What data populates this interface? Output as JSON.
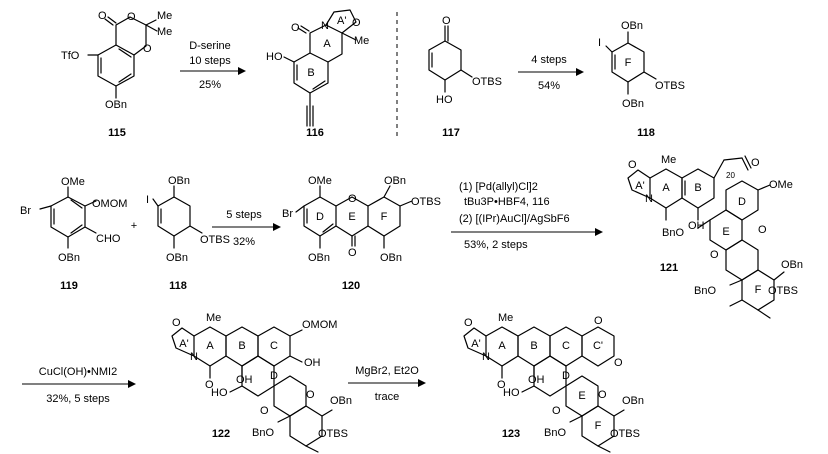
{
  "scheme": {
    "rows": [
      {
        "row": 1,
        "steps": [
          {
            "from": "115",
            "to": "116",
            "conditions": [
              "D-serine",
              "10 steps",
              "25%"
            ]
          },
          {
            "from": "117",
            "to": "118",
            "conditions": [
              "4 steps",
              "54%"
            ]
          }
        ]
      },
      {
        "row": 2,
        "plus": "+",
        "steps": [
          {
            "from": "119 + 118",
            "to": "120",
            "conditions": [
              "5 steps",
              "32%"
            ]
          },
          {
            "from": "120",
            "to": "121",
            "conditions": [
              "(1) [Pd(allyl)Cl]2",
              "tBu3P•HBF4, 116",
              "(2) [(IPr)AuCl]/AgSbF6",
              "53%, 2 steps"
            ]
          }
        ]
      },
      {
        "row": 3,
        "steps": [
          {
            "from": "121",
            "to": "122",
            "conditions": [
              "CuCl(OH)•NMI2",
              "32%, 5 steps"
            ]
          },
          {
            "from": "122",
            "to": "123",
            "conditions": [
              "MgBr2, Et2O",
              "trace"
            ]
          }
        ]
      }
    ],
    "compounds": [
      {
        "id": "115",
        "labels": [
          "Me",
          "Me",
          "O",
          "O",
          "O",
          "TfO",
          "OBn"
        ]
      },
      {
        "id": "116",
        "labels": [
          "O",
          "N",
          "A'",
          "O",
          "Me",
          "HO",
          "A",
          "B"
        ]
      },
      {
        "id": "117",
        "labels": [
          "O",
          "HO",
          "OTBS"
        ]
      },
      {
        "id": "118",
        "labels": [
          "I",
          "F",
          "OBn",
          "OTBS",
          "OBn"
        ]
      },
      {
        "id": "119",
        "labels": [
          "OMe",
          "OMOM",
          "Br",
          "CHO",
          "OBn"
        ]
      },
      {
        "id": "120",
        "labels": [
          "OMe",
          "OBn",
          "Br",
          "OTBS",
          "D",
          "E",
          "F",
          "O",
          "O",
          "OBn",
          "OBn"
        ]
      },
      {
        "id": "121",
        "labels": [
          "Me",
          "O",
          "20",
          "A'",
          "A",
          "B",
          "N",
          "OMe",
          "O",
          "OH",
          "D",
          "BnO",
          "O",
          "E",
          "OBn",
          "O",
          "F",
          "BnO",
          "OTBS"
        ]
      },
      {
        "id": "122",
        "labels": [
          "Me",
          "O",
          "A'",
          "A",
          "B",
          "C",
          "OMOM",
          "N",
          "OH",
          "O",
          "OH",
          "D",
          "HO",
          "O",
          "O",
          "OBn",
          "BnO",
          "OTBS"
        ]
      },
      {
        "id": "123",
        "labels": [
          "Me",
          "O",
          "A'",
          "A",
          "B",
          "C",
          "C'",
          "O",
          "O",
          "N",
          "O",
          "OH",
          "D",
          "HO",
          "O",
          "E",
          "O",
          "OBn",
          "F",
          "BnO",
          "OTBS"
        ]
      }
    ]
  }
}
